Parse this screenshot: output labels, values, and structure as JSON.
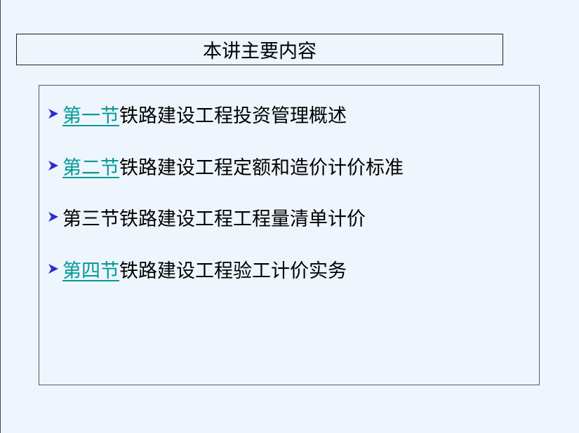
{
  "title": "本讲主要内容",
  "items": [
    {
      "section": "第一节",
      "topic": "铁路建设工程投资管理概述",
      "linked": true
    },
    {
      "section": "第二节",
      "topic": "铁路建设工程定额和造价计价标准",
      "linked": true
    },
    {
      "section": "第三节",
      "topic": "铁路建设工程工程量清单计价",
      "linked": false
    },
    {
      "section": "第四节",
      "topic": "铁路建设工程验工计价实务",
      "linked": true
    }
  ],
  "colors": {
    "background": "#eef5fc",
    "link": "#009b97",
    "bullet": "#2b2bd6"
  },
  "icons": {
    "bullet": "arrowhead-bullet-icon"
  }
}
